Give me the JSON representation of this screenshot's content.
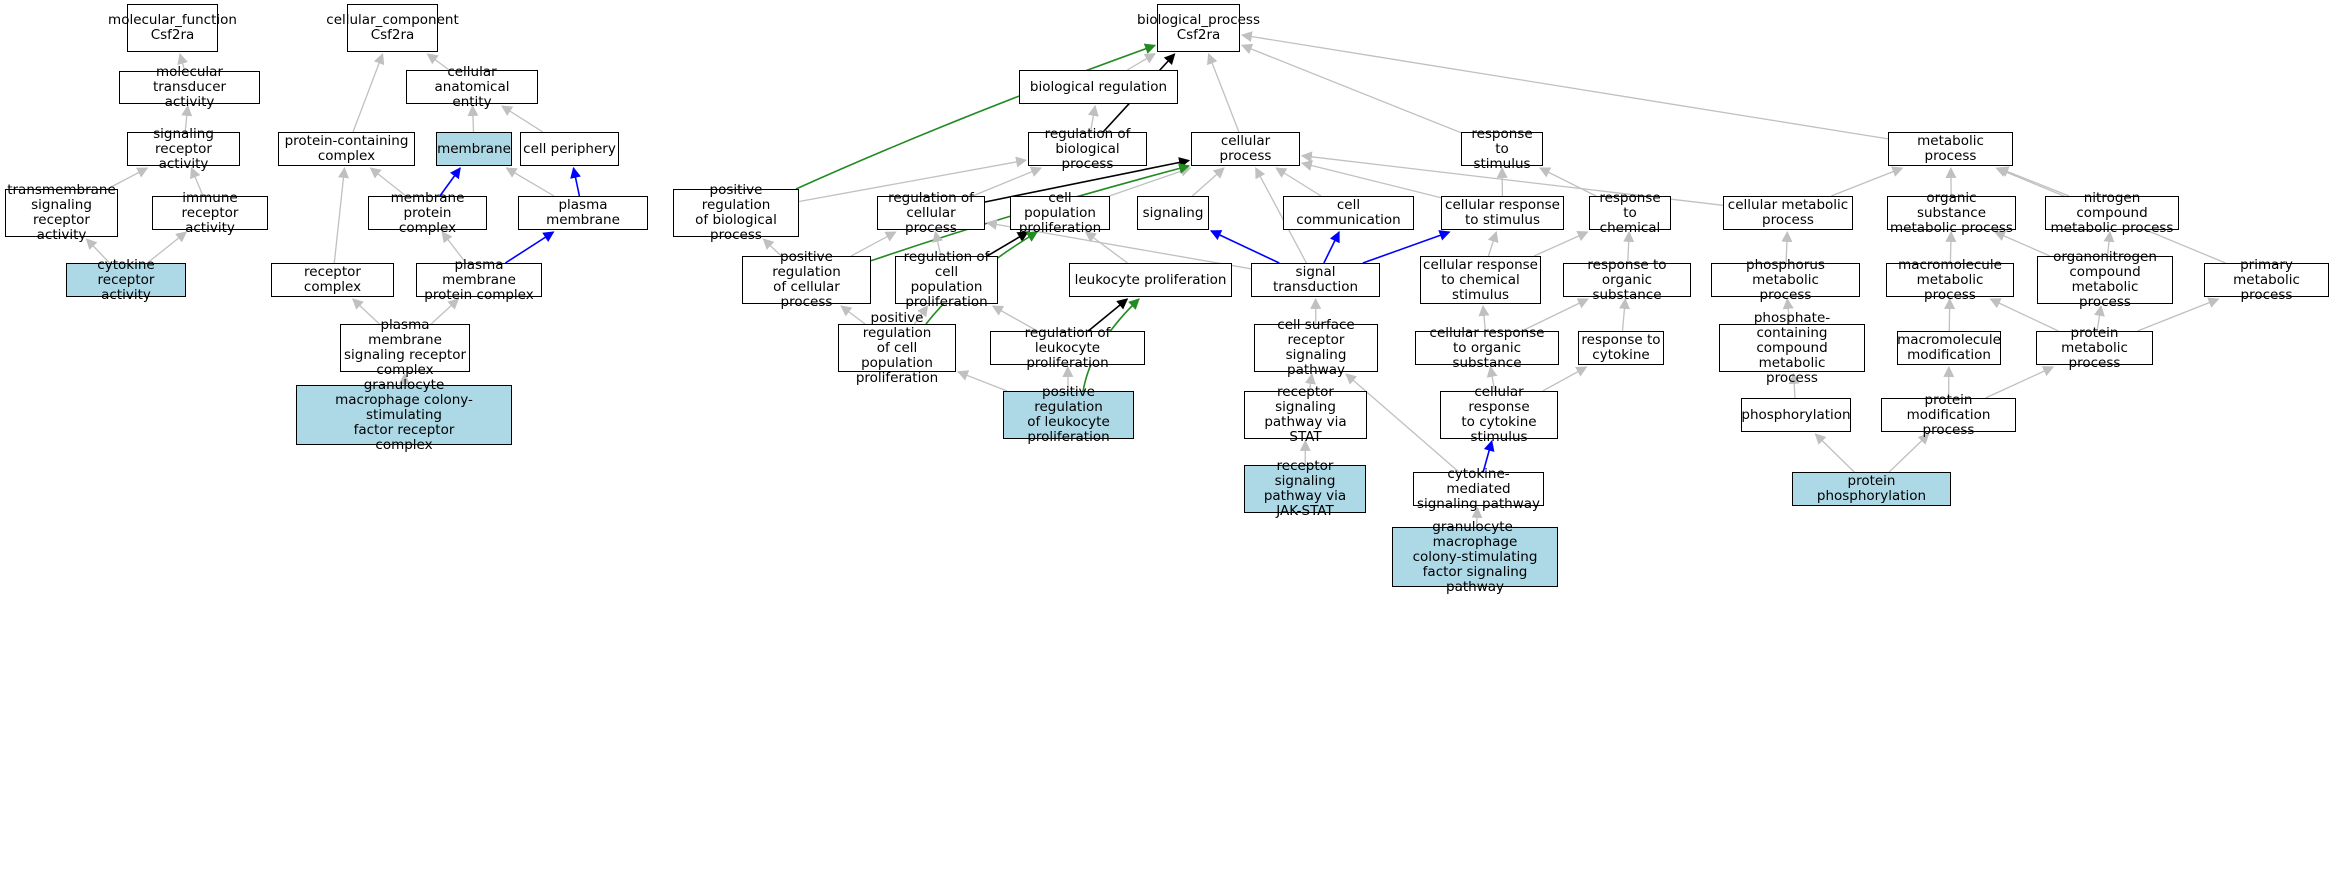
{
  "colors": {
    "highlight": "#add8e6",
    "is_a": "#c0c0c0",
    "regulates": "#000000",
    "positively_regulates": "#228b22",
    "part_of": "#0000ff"
  },
  "nodes": [
    {
      "id": "mf",
      "label": "molecular_function\nCsf2ra",
      "highlighted": false
    },
    {
      "id": "mta",
      "label": "molecular transducer\nactivity",
      "highlighted": false
    },
    {
      "id": "sra",
      "label": "signaling receptor\nactivity",
      "highlighted": false
    },
    {
      "id": "tsra",
      "label": "transmembrane\nsignaling receptor\nactivity",
      "highlighted": false
    },
    {
      "id": "ira",
      "label": "immune receptor\nactivity",
      "highlighted": false
    },
    {
      "id": "cra",
      "label": "cytokine receptor\nactivity",
      "highlighted": true
    },
    {
      "id": "cc",
      "label": "cellular_component\nCsf2ra",
      "highlighted": false
    },
    {
      "id": "cae",
      "label": "cellular anatomical\nentity",
      "highlighted": false
    },
    {
      "id": "pcc",
      "label": "protein-containing\ncomplex",
      "highlighted": false
    },
    {
      "id": "mem",
      "label": "membrane",
      "highlighted": true
    },
    {
      "id": "cper",
      "label": "cell periphery",
      "highlighted": false
    },
    {
      "id": "mpc",
      "label": "membrane protein\ncomplex",
      "highlighted": false
    },
    {
      "id": "pm",
      "label": "plasma membrane",
      "highlighted": false
    },
    {
      "id": "rc",
      "label": "receptor complex",
      "highlighted": false
    },
    {
      "id": "pmpc",
      "label": "plasma membrane\nprotein complex",
      "highlighted": false
    },
    {
      "id": "pmsrc",
      "label": "plasma membrane\nsignaling receptor\ncomplex",
      "highlighted": false
    },
    {
      "id": "gmcsf_rc",
      "label": "granulocyte\nmacrophage colony-stimulating\nfactor receptor\ncomplex",
      "highlighted": true
    },
    {
      "id": "bp",
      "label": "biological_process\nCsf2ra",
      "highlighted": false
    },
    {
      "id": "breg",
      "label": "biological regulation",
      "highlighted": false
    },
    {
      "id": "rbp",
      "label": "regulation of\nbiological process",
      "highlighted": false
    },
    {
      "id": "cp",
      "label": "cellular process",
      "highlighted": false
    },
    {
      "id": "rts",
      "label": "response to\nstimulus",
      "highlighted": false
    },
    {
      "id": "mp",
      "label": "metabolic process",
      "highlighted": false
    },
    {
      "id": "prbp",
      "label": "positive regulation\nof biological\nprocess",
      "highlighted": false
    },
    {
      "id": "rcp",
      "label": "regulation of\ncellular process",
      "highlighted": false
    },
    {
      "id": "cpp",
      "label": "cell population\nproliferation",
      "highlighted": false
    },
    {
      "id": "sig",
      "label": "signaling",
      "highlighted": false
    },
    {
      "id": "ccomm",
      "label": "cell communication",
      "highlighted": false
    },
    {
      "id": "crs",
      "label": "cellular response\nto stimulus",
      "highlighted": false
    },
    {
      "id": "rtc",
      "label": "response to\nchemical",
      "highlighted": false
    },
    {
      "id": "cmp",
      "label": "cellular metabolic\nprocess",
      "highlighted": false
    },
    {
      "id": "osmp",
      "label": "organic substance\nmetabolic process",
      "highlighted": false
    },
    {
      "id": "ncmp",
      "label": "nitrogen compound\nmetabolic process",
      "highlighted": false
    },
    {
      "id": "prcp",
      "label": "positive regulation\nof cellular\nprocess",
      "highlighted": false
    },
    {
      "id": "rcpp",
      "label": "regulation of\ncell population\nproliferation",
      "highlighted": false
    },
    {
      "id": "lp",
      "label": "leukocyte proliferation",
      "highlighted": false
    },
    {
      "id": "st",
      "label": "signal transduction",
      "highlighted": false
    },
    {
      "id": "crcs",
      "label": "cellular response\nto chemical\nstimulus",
      "highlighted": false
    },
    {
      "id": "rtos",
      "label": "response to\norganic substance",
      "highlighted": false
    },
    {
      "id": "phmp",
      "label": "phosphorus metabolic\nprocess",
      "highlighted": false
    },
    {
      "id": "mmp",
      "label": "macromolecule\nmetabolic process",
      "highlighted": false
    },
    {
      "id": "ocmp",
      "label": "organonitrogen\ncompound metabolic\nprocess",
      "highlighted": false
    },
    {
      "id": "pmp",
      "label": "primary metabolic\nprocess",
      "highlighted": false
    },
    {
      "id": "prcpp",
      "label": "positive regulation\nof cell population\nproliferation",
      "highlighted": false
    },
    {
      "id": "rlp",
      "label": "regulation of\nleukocyte proliferation",
      "highlighted": false
    },
    {
      "id": "csrsp",
      "label": "cell surface\nreceptor signaling\npathway",
      "highlighted": false
    },
    {
      "id": "crtos",
      "label": "cellular response\nto organic substance",
      "highlighted": false
    },
    {
      "id": "rtcyt",
      "label": "response to\ncytokine",
      "highlighted": false
    },
    {
      "id": "pccmp",
      "label": "phosphate-containing\ncompound metabolic\nprocess",
      "highlighted": false
    },
    {
      "id": "mmod",
      "label": "macromolecule\nmodification",
      "highlighted": false
    },
    {
      "id": "protmp",
      "label": "protein metabolic\nprocess",
      "highlighted": false
    },
    {
      "id": "prlp",
      "label": "positive regulation\nof leukocyte\nproliferation",
      "highlighted": true
    },
    {
      "id": "rspstat",
      "label": "receptor signaling\npathway via\nSTAT",
      "highlighted": false
    },
    {
      "id": "crtcs",
      "label": "cellular response\nto cytokine\nstimulus",
      "highlighted": false
    },
    {
      "id": "phos",
      "label": "phosphorylation",
      "highlighted": false
    },
    {
      "id": "pmodp",
      "label": "protein modification\nprocess",
      "highlighted": false
    },
    {
      "id": "rspjak",
      "label": "receptor signaling\npathway via\nJAK-STAT",
      "highlighted": true
    },
    {
      "id": "cmsp",
      "label": "cytokine-mediated\nsignaling pathway",
      "highlighted": false
    },
    {
      "id": "pphos",
      "label": "protein phosphorylation",
      "highlighted": true
    },
    {
      "id": "gmcsfsp",
      "label": "granulocyte-macrophage\ncolony-stimulating\nfactor signaling\npathway",
      "highlighted": true
    }
  ],
  "edges": [
    {
      "from": "mta",
      "to": "mf",
      "type": "is_a"
    },
    {
      "from": "sra",
      "to": "mta",
      "type": "is_a"
    },
    {
      "from": "tsra",
      "to": "sra",
      "type": "is_a"
    },
    {
      "from": "ira",
      "to": "sra",
      "type": "is_a"
    },
    {
      "from": "cra",
      "to": "tsra",
      "type": "is_a"
    },
    {
      "from": "cra",
      "to": "ira",
      "type": "is_a"
    },
    {
      "from": "pcc",
      "to": "cc",
      "type": "is_a"
    },
    {
      "from": "cae",
      "to": "cc",
      "type": "is_a"
    },
    {
      "from": "mem",
      "to": "cae",
      "type": "is_a"
    },
    {
      "from": "cper",
      "to": "cae",
      "type": "is_a"
    },
    {
      "from": "mpc",
      "to": "pcc",
      "type": "is_a"
    },
    {
      "from": "mpc",
      "to": "mem",
      "type": "part_of"
    },
    {
      "from": "pm",
      "to": "mem",
      "type": "is_a"
    },
    {
      "from": "pm",
      "to": "cper",
      "type": "part_of"
    },
    {
      "from": "rc",
      "to": "pcc",
      "type": "is_a"
    },
    {
      "from": "pmpc",
      "to": "mpc",
      "type": "is_a"
    },
    {
      "from": "pmpc",
      "to": "pm",
      "type": "part_of"
    },
    {
      "from": "pmsrc",
      "to": "rc",
      "type": "is_a"
    },
    {
      "from": "pmsrc",
      "to": "pmpc",
      "type": "is_a"
    },
    {
      "from": "gmcsf_rc",
      "to": "pmsrc",
      "type": "is_a"
    },
    {
      "from": "breg",
      "to": "bp",
      "type": "is_a"
    },
    {
      "from": "rbp",
      "to": "breg",
      "type": "is_a"
    },
    {
      "from": "rbp",
      "to": "bp",
      "type": "regulates"
    },
    {
      "from": "cp",
      "to": "bp",
      "type": "is_a"
    },
    {
      "from": "rts",
      "to": "bp",
      "type": "is_a"
    },
    {
      "from": "mp",
      "to": "bp",
      "type": "is_a"
    },
    {
      "from": "prbp",
      "to": "rbp",
      "type": "is_a"
    },
    {
      "from": "prbp",
      "to": "bp",
      "type": "positively_regulates"
    },
    {
      "from": "rcp",
      "to": "rbp",
      "type": "is_a"
    },
    {
      "from": "rcp",
      "to": "cp",
      "type": "regulates"
    },
    {
      "from": "cpp",
      "to": "cp",
      "type": "is_a"
    },
    {
      "from": "sig",
      "to": "cp",
      "type": "is_a"
    },
    {
      "from": "ccomm",
      "to": "cp",
      "type": "is_a"
    },
    {
      "from": "crs",
      "to": "cp",
      "type": "is_a"
    },
    {
      "from": "crs",
      "to": "rts",
      "type": "is_a"
    },
    {
      "from": "rtc",
      "to": "rts",
      "type": "is_a"
    },
    {
      "from": "cmp",
      "to": "cp",
      "type": "is_a"
    },
    {
      "from": "cmp",
      "to": "mp",
      "type": "is_a"
    },
    {
      "from": "osmp",
      "to": "mp",
      "type": "is_a"
    },
    {
      "from": "ncmp",
      "to": "mp",
      "type": "is_a"
    },
    {
      "from": "prcp",
      "to": "prbp",
      "type": "is_a"
    },
    {
      "from": "prcp",
      "to": "rcp",
      "type": "is_a"
    },
    {
      "from": "prcp",
      "to": "cp",
      "type": "positively_regulates"
    },
    {
      "from": "rcpp",
      "to": "rcp",
      "type": "is_a"
    },
    {
      "from": "rcpp",
      "to": "cpp",
      "type": "regulates"
    },
    {
      "from": "lp",
      "to": "cpp",
      "type": "is_a"
    },
    {
      "from": "st",
      "to": "rcp",
      "type": "is_a"
    },
    {
      "from": "st",
      "to": "cp",
      "type": "is_a"
    },
    {
      "from": "st",
      "to": "sig",
      "type": "part_of"
    },
    {
      "from": "st",
      "to": "ccomm",
      "type": "part_of"
    },
    {
      "from": "st",
      "to": "crs",
      "type": "part_of"
    },
    {
      "from": "crcs",
      "to": "crs",
      "type": "is_a"
    },
    {
      "from": "crcs",
      "to": "rtc",
      "type": "is_a"
    },
    {
      "from": "rtos",
      "to": "rtc",
      "type": "is_a"
    },
    {
      "from": "phmp",
      "to": "cmp",
      "type": "is_a"
    },
    {
      "from": "mmp",
      "to": "osmp",
      "type": "is_a"
    },
    {
      "from": "ocmp",
      "to": "osmp",
      "type": "is_a"
    },
    {
      "from": "ocmp",
      "to": "ncmp",
      "type": "is_a"
    },
    {
      "from": "pmp",
      "to": "mp",
      "type": "is_a"
    },
    {
      "from": "prcpp",
      "to": "prcp",
      "type": "is_a"
    },
    {
      "from": "prcpp",
      "to": "rcpp",
      "type": "is_a"
    },
    {
      "from": "prcpp",
      "to": "cpp",
      "type": "positively_regulates"
    },
    {
      "from": "rlp",
      "to": "rcpp",
      "type": "is_a"
    },
    {
      "from": "rlp",
      "to": "lp",
      "type": "regulates"
    },
    {
      "from": "csrsp",
      "to": "st",
      "type": "is_a"
    },
    {
      "from": "crtos",
      "to": "crcs",
      "type": "is_a"
    },
    {
      "from": "crtos",
      "to": "rtos",
      "type": "is_a"
    },
    {
      "from": "rtcyt",
      "to": "rtos",
      "type": "is_a"
    },
    {
      "from": "pccmp",
      "to": "phmp",
      "type": "is_a"
    },
    {
      "from": "mmod",
      "to": "mmp",
      "type": "is_a"
    },
    {
      "from": "protmp",
      "to": "mmp",
      "type": "is_a"
    },
    {
      "from": "protmp",
      "to": "ocmp",
      "type": "is_a"
    },
    {
      "from": "protmp",
      "to": "pmp",
      "type": "is_a"
    },
    {
      "from": "prlp",
      "to": "prcpp",
      "type": "is_a"
    },
    {
      "from": "prlp",
      "to": "rlp",
      "type": "is_a"
    },
    {
      "from": "prlp",
      "to": "lp",
      "type": "positively_regulates"
    },
    {
      "from": "rspstat",
      "to": "csrsp",
      "type": "is_a"
    },
    {
      "from": "crtcs",
      "to": "crtos",
      "type": "is_a"
    },
    {
      "from": "crtcs",
      "to": "rtcyt",
      "type": "is_a"
    },
    {
      "from": "phos",
      "to": "pccmp",
      "type": "is_a"
    },
    {
      "from": "pmodp",
      "to": "mmod",
      "type": "is_a"
    },
    {
      "from": "pmodp",
      "to": "protmp",
      "type": "is_a"
    },
    {
      "from": "rspjak",
      "to": "rspstat",
      "type": "is_a"
    },
    {
      "from": "cmsp",
      "to": "csrsp",
      "type": "is_a"
    },
    {
      "from": "cmsp",
      "to": "crtcs",
      "type": "part_of"
    },
    {
      "from": "pphos",
      "to": "phos",
      "type": "is_a"
    },
    {
      "from": "pphos",
      "to": "pmodp",
      "type": "is_a"
    },
    {
      "from": "gmcsfsp",
      "to": "cmsp",
      "type": "is_a"
    }
  ]
}
